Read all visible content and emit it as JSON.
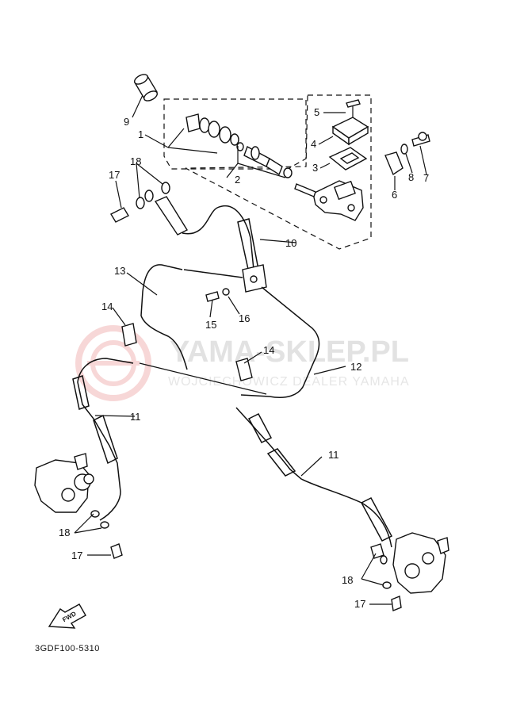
{
  "callouts": {
    "c1": "1",
    "c2": "2",
    "c3": "3",
    "c4": "4",
    "c5": "5",
    "c6": "6",
    "c7": "7",
    "c8": "8",
    "c9": "9",
    "c10": "10",
    "c11a": "11",
    "c11b": "11",
    "c12": "12",
    "c13": "13",
    "c14a": "14",
    "c14b": "14",
    "c15": "15",
    "c16": "16",
    "c17a": "17",
    "c17b": "17",
    "c17c": "17",
    "c18a": "18",
    "c18b": "18",
    "c18c": "18"
  },
  "watermark": {
    "main": "YAMA-SKLEP.PL",
    "sub": "WOJCIECHOWICZ DEALER YAMAHA",
    "accent_color": "#f2b8b8"
  },
  "fwd_label": "FWD",
  "diagram_code": "3GDF100-5310",
  "icons": [
    "fwd-arrow-icon",
    "watermark-logo-icon"
  ]
}
